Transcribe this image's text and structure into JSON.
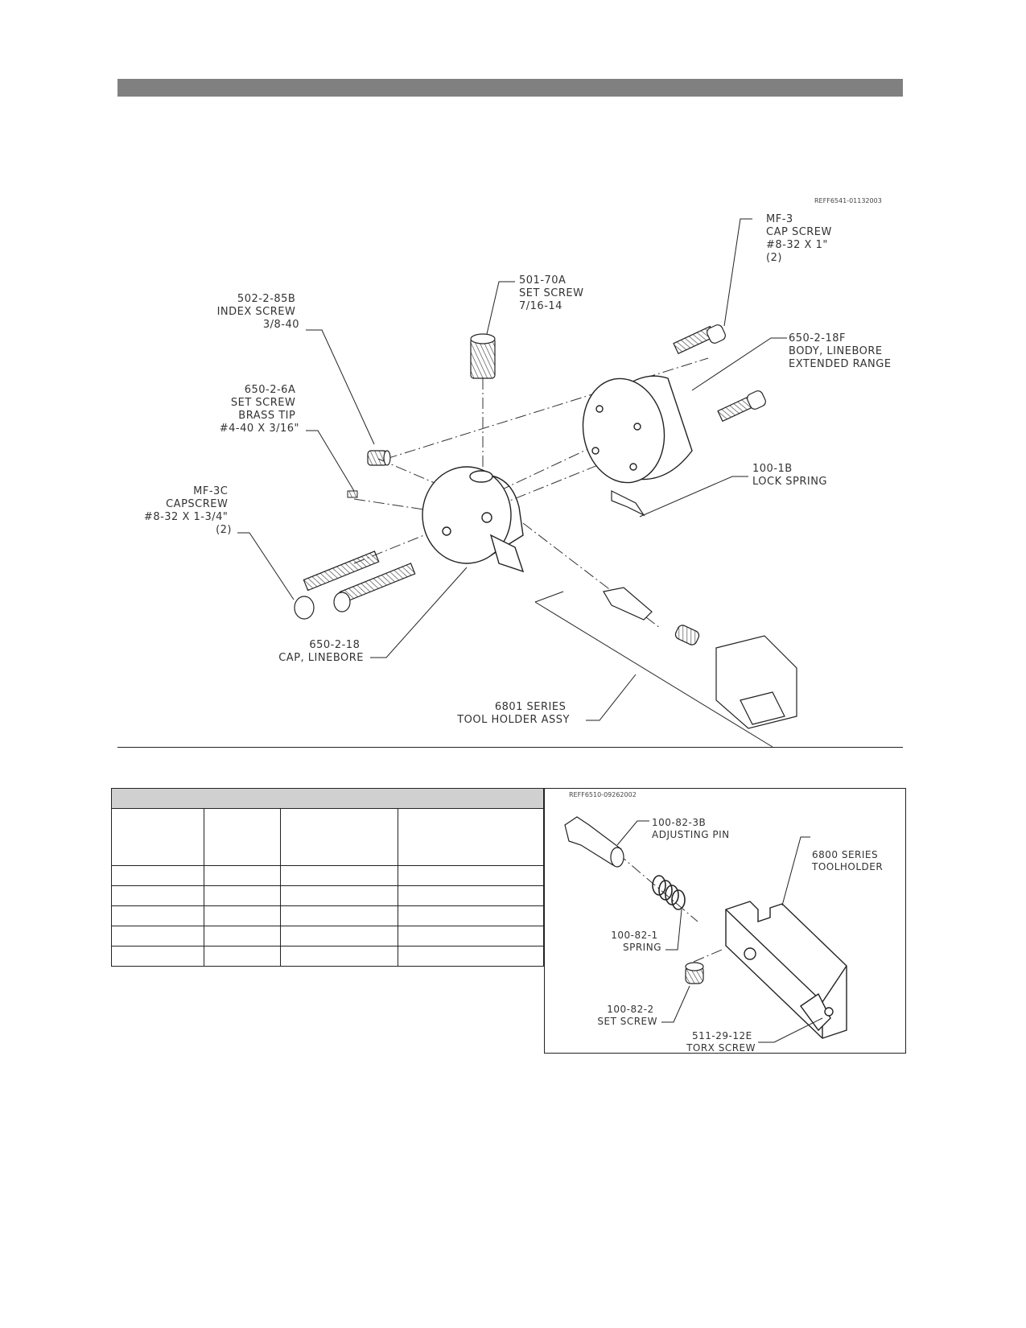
{
  "main_diagram": {
    "reference": "REFF6541-01132003",
    "labels": {
      "mf3": [
        "MF-3",
        "CAP SCREW",
        "#8-32 X 1\"",
        "(2)"
      ],
      "body": [
        "650-2-18F",
        "BODY, LINEBORE",
        "EXTENDED RANGE"
      ],
      "setscrew_top": [
        "501-70A",
        "SET SCREW",
        "7/16-14"
      ],
      "index": [
        "502-2-85B",
        "INDEX SCREW",
        "3/8-40"
      ],
      "brass": [
        "650-2-6A",
        "SET SCREW",
        "BRASS TIP",
        "#4-40 X 3/16\""
      ],
      "lock": [
        "100-1B",
        "LOCK SPRING"
      ],
      "mf3c": [
        "MF-3C",
        "CAPSCREW",
        "#8-32 X 1-3/4\"",
        "(2)"
      ],
      "cap": [
        "650-2-18",
        "CAP, LINEBORE"
      ],
      "toolholder": [
        "6801 SERIES",
        "TOOL HOLDER ASSY"
      ]
    }
  },
  "inset_diagram": {
    "reference": "REFF6510-09262002",
    "labels": {
      "pin": [
        "100-82-3B",
        "ADJUSTING PIN"
      ],
      "series": [
        "6800 SERIES",
        "TOOLHOLDER"
      ],
      "spring": [
        "100-82-1",
        "SPRING"
      ],
      "setscrew": [
        "100-82-2",
        "SET SCREW"
      ],
      "torx": [
        "511-29-12E",
        "TORX SCREW"
      ]
    }
  },
  "parts_table": {
    "rows": [
      [
        "",
        "",
        "",
        ""
      ],
      [
        "",
        "",
        "",
        ""
      ],
      [
        "",
        "",
        "",
        ""
      ],
      [
        "",
        "",
        "",
        ""
      ],
      [
        "",
        "",
        "",
        ""
      ]
    ]
  }
}
